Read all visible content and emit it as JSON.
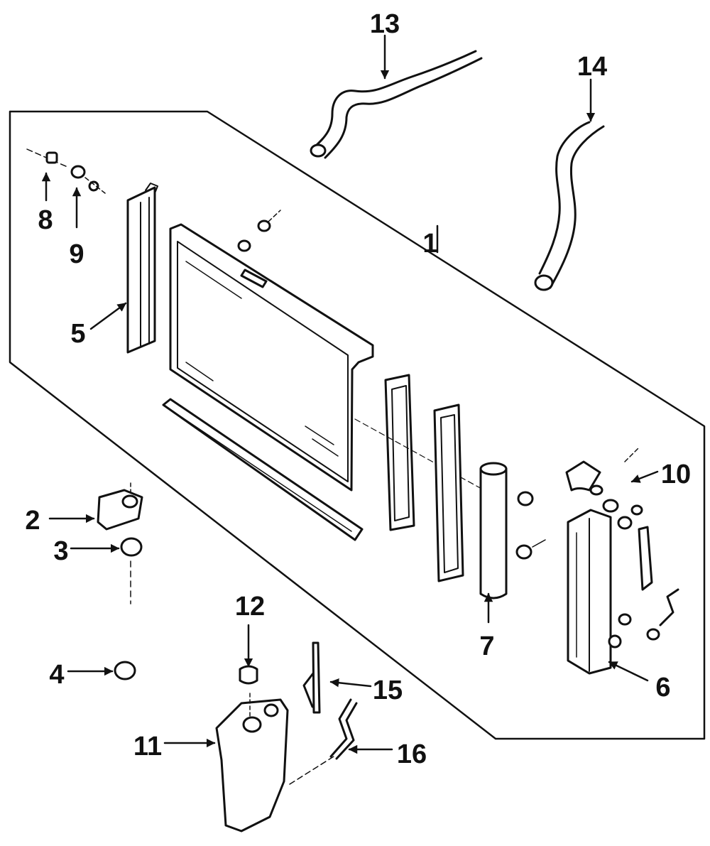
{
  "diagram": {
    "callouts": [
      {
        "id": "c1",
        "label": "1"
      },
      {
        "id": "c2",
        "label": "2"
      },
      {
        "id": "c3",
        "label": "3"
      },
      {
        "id": "c4",
        "label": "4"
      },
      {
        "id": "c5",
        "label": "5"
      },
      {
        "id": "c6",
        "label": "6"
      },
      {
        "id": "c7",
        "label": "7"
      },
      {
        "id": "c8",
        "label": "8"
      },
      {
        "id": "c9",
        "label": "9"
      },
      {
        "id": "c10",
        "label": "10"
      },
      {
        "id": "c11",
        "label": "11"
      },
      {
        "id": "c12",
        "label": "12"
      },
      {
        "id": "c13",
        "label": "13"
      },
      {
        "id": "c14",
        "label": "14"
      },
      {
        "id": "c15",
        "label": "15"
      },
      {
        "id": "c16",
        "label": "16"
      }
    ],
    "colors": {
      "ink": "#111111",
      "paper": "#ffffff"
    }
  }
}
